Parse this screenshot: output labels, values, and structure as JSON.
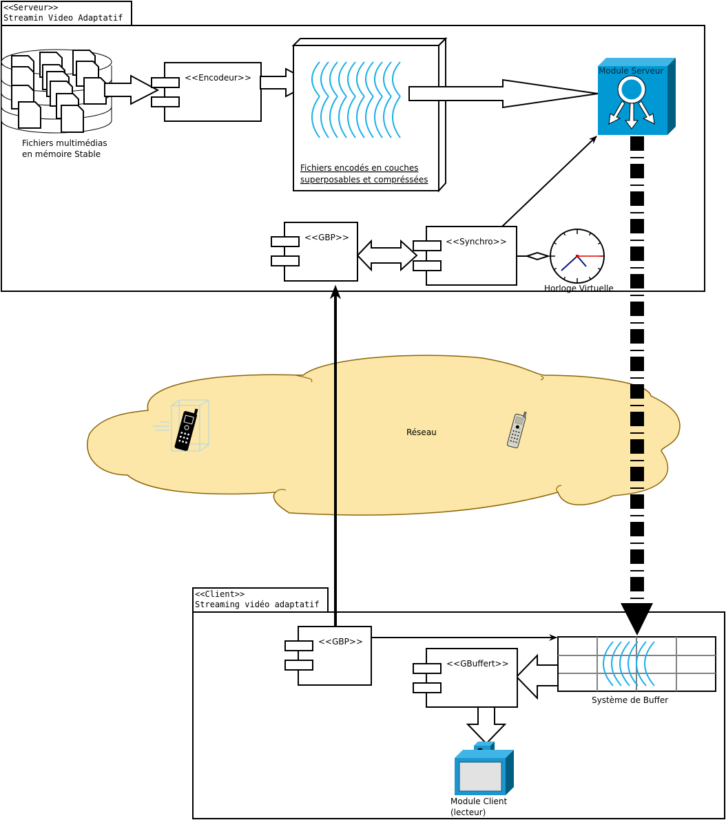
{
  "server_package": {
    "stereotype": "<<Serveur>>",
    "name": "Streamin Video Adaptatif"
  },
  "client_package": {
    "stereotype": "<<Client>>",
    "name": "Streaming vidéo adaptatif"
  },
  "server": {
    "storage_label_line1": "Fichiers multimédias",
    "storage_label_line2": "en mémoire Stable",
    "encoder": "<<Encodeur>>",
    "encoded_files_line1": "Fichiers encodés en couches",
    "encoded_files_line2": "superposables et compréssées",
    "module": "Module Serveur",
    "gbp": "<<GBP>>",
    "synchro": "<<Synchro>>",
    "clock": "Horloge Virtuelle"
  },
  "network": {
    "label": "Réseau"
  },
  "client": {
    "gbp": "<<GBP>>",
    "gbuffer": "<<GBuffert>>",
    "buffer_system": "Système de Buffer",
    "module_line1": "Module Client",
    "module_line2": "(lecteur)"
  },
  "colors": {
    "cloud_fill": "#fce7a8",
    "cloud_stroke": "#8b6508",
    "module_blue": "#0099d4",
    "module_dark": "#005f80",
    "wave": "#1ab0e8"
  }
}
